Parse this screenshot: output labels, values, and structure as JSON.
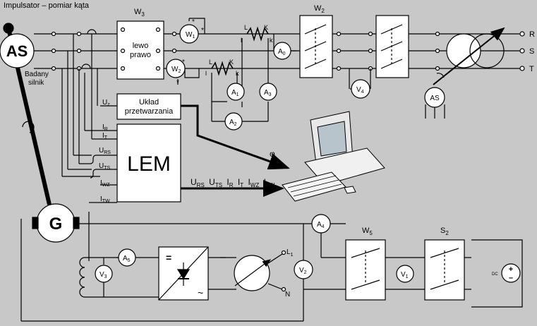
{
  "labels": {
    "impulsator": "Impulsator – pomiar kąta",
    "as_main": "AS",
    "badany_silnik": "Badany silnik",
    "g": "G",
    "w3": "W",
    "w3_sub": "3",
    "lewo": "lewo",
    "prawo": "prawo",
    "w2": "W",
    "w2_sub": "2",
    "w5": "W",
    "w5_sub": "5",
    "s2": "S",
    "s2_sub": "2",
    "uklad_line1": "Układ",
    "uklad_line2": "przetwarzania",
    "lem": "LEM",
    "phi": "φ",
    "r": "R",
    "s": "S",
    "t": "T",
    "l1": "L",
    "l1_sub": "1",
    "n": "N",
    "dc": "DC",
    "as_source": "AS",
    "L": "L",
    "K": "K",
    "l": "l",
    "k": "k",
    "star": "*"
  },
  "meters": {
    "w1": "W",
    "w1_sub": "1",
    "w2m": "W",
    "w2m_sub": "2",
    "a0": "A",
    "a0_sub": "0",
    "a1": "A",
    "a1_sub": "1",
    "a2": "A",
    "a2_sub": "2",
    "a3": "A",
    "a3_sub": "3",
    "a4": "A",
    "a4_sub": "4",
    "a5": "A",
    "a5_sub": "5",
    "v1": "V",
    "v1_sub": "1",
    "v2": "V",
    "v2_sub": "2",
    "v3": "V",
    "v3_sub": "3",
    "v4": "V",
    "v4_sub": "4"
  },
  "signals": {
    "uz": "U",
    "uz_sub": "z",
    "ir": "I",
    "ir_sub": "R",
    "it": "I",
    "it_sub": "T",
    "urs": "U",
    "urs_sub": "RS",
    "uts": "U",
    "uts_sub": "TS",
    "iwz": "I",
    "iwz_sub": "WZ",
    "itw": "I",
    "itw_sub": "TW",
    "bus_urs": "U",
    "bus_urs_sub": "RS",
    "bus_uts": "U",
    "bus_uts_sub": "TS",
    "bus_ir": "I",
    "bus_ir_sub": "R",
    "bus_it": "I",
    "bus_it_sub": "T",
    "bus_iwz": "I",
    "bus_iwz_sub": "WZ",
    "bus_itw": "I",
    "bus_itw_sub": "TW"
  }
}
